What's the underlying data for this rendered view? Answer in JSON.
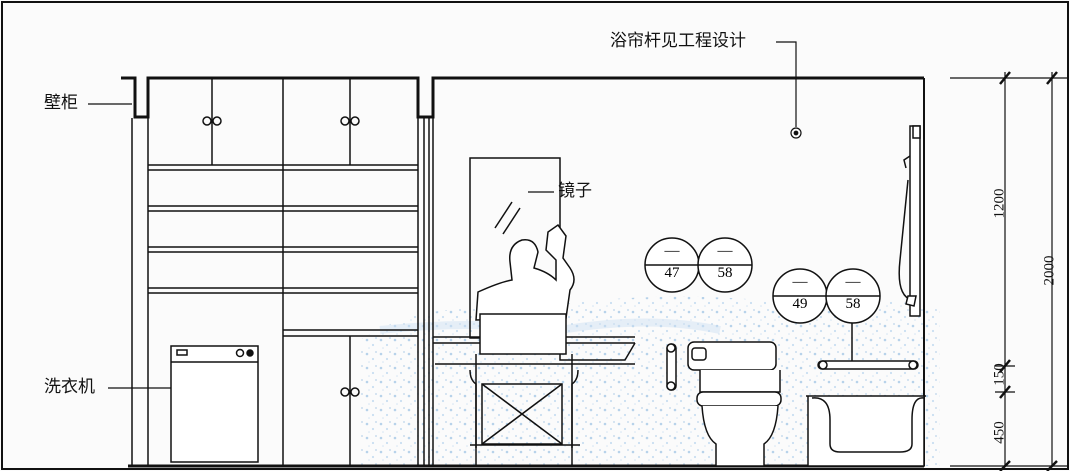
{
  "labels": {
    "cabinet": "壁柜",
    "washer": "洗衣机",
    "mirror": "镜子",
    "curtain_rod": "浴帘杆见工程设计"
  },
  "badges": [
    {
      "top": "—",
      "bottom": "47"
    },
    {
      "top": "—",
      "bottom": "58"
    },
    {
      "top": "—",
      "bottom": "49"
    },
    {
      "top": "—",
      "bottom": "58"
    }
  ],
  "dimensions": {
    "h1200": "1200",
    "h150": "150",
    "h450": "450",
    "h2000": "2000"
  },
  "colors": {
    "line": "#111111",
    "floor_texture": "#9ec3e3"
  }
}
